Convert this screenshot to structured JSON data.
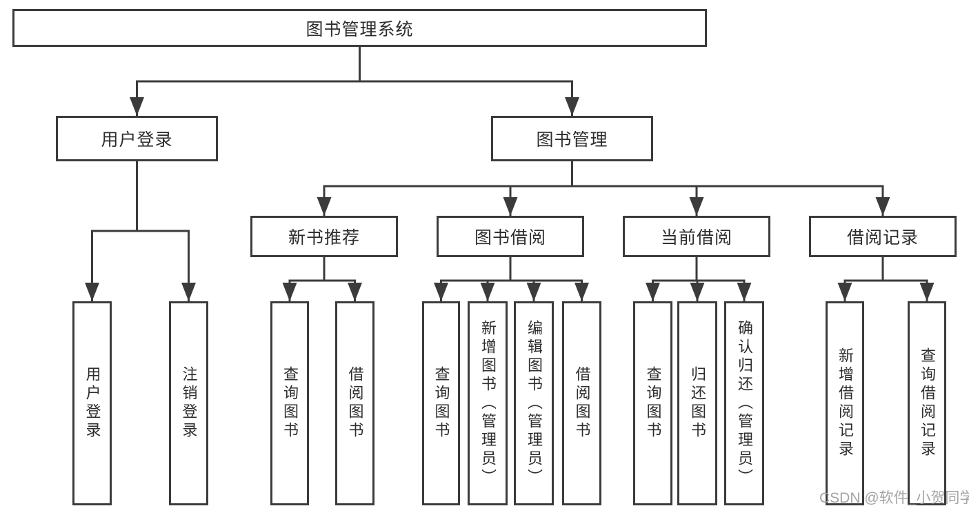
{
  "root": {
    "label": "图书管理系统"
  },
  "branches": {
    "user": {
      "label": "用户登录",
      "children": [
        {
          "label": "用户登录"
        },
        {
          "label": "注销登录"
        }
      ]
    },
    "mgmt": {
      "label": "图书管理",
      "groups": [
        {
          "label": "新书推荐",
          "children": [
            {
              "label": "查询图书"
            },
            {
              "label": "借阅图书"
            }
          ]
        },
        {
          "label": "图书借阅",
          "children": [
            {
              "label": "查询图书"
            },
            {
              "label": "新增图书（管理员）"
            },
            {
              "label": "编辑图书（管理员）"
            },
            {
              "label": "借阅图书"
            }
          ]
        },
        {
          "label": "当前借阅",
          "children": [
            {
              "label": "查询图书"
            },
            {
              "label": "归还图书"
            },
            {
              "label": "确认归还（管理员）"
            }
          ]
        },
        {
          "label": "借阅记录",
          "children": [
            {
              "label": "新增借阅记录"
            },
            {
              "label": "查询借阅记录"
            }
          ]
        }
      ]
    }
  },
  "watermark": {
    "text": "CSDN @软件_小贺同学"
  },
  "colors": {
    "line": "#3b3b3b",
    "text": "#2d2d2d",
    "watermark": "#9d9d9d",
    "background": "#ffffff"
  }
}
